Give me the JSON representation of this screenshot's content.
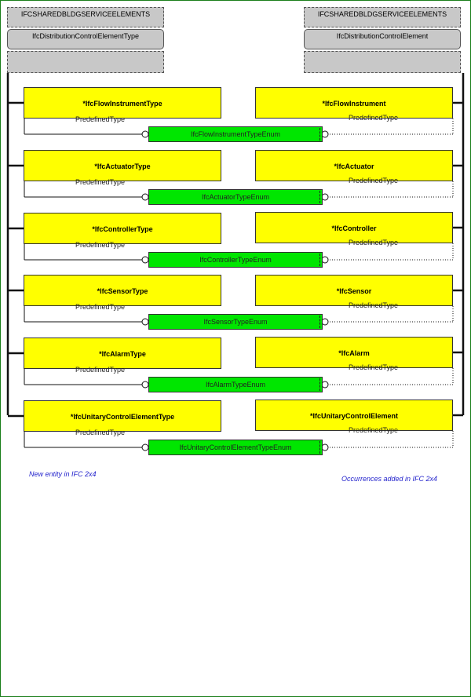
{
  "schemas": {
    "left": {
      "schema": "IFCSHAREDBLDGSERVICEELEMENTS",
      "type": "IfcDistributionControlElementType"
    },
    "right": {
      "schema": "IFCSHAREDBLDGSERVICEELEMENTS",
      "type": "IfcDistributionControlElement"
    }
  },
  "rows": [
    {
      "type_entity": "*IfcFlowInstrumentType",
      "occurrence": "*IfcFlowInstrument",
      "enum": "IfcFlowInstrumentTypeEnum",
      "left_attr": "PredefinedType",
      "right_attr": "PredefinedType"
    },
    {
      "type_entity": "*IfcActuatorType",
      "occurrence": "*IfcActuator",
      "enum": "IfcActuatorTypeEnum",
      "left_attr": "PredefinedType",
      "right_attr": "PredefinedType"
    },
    {
      "type_entity": "*IfcControllerType",
      "occurrence": "*IfcController",
      "enum": "IfcControllerTypeEnum",
      "left_attr": "PredefinedType",
      "right_attr": "PredefinedType"
    },
    {
      "type_entity": "*IfcSensorType",
      "occurrence": "*IfcSensor",
      "enum": "IfcSensorTypeEnum",
      "left_attr": "PredefinedType",
      "right_attr": "PredefinedType"
    },
    {
      "type_entity": "*IfcAlarmType",
      "occurrence": "*IfcAlarm",
      "enum": "IfcAlarmTypeEnum",
      "left_attr": "PredefinedType",
      "right_attr": "PredefinedType"
    },
    {
      "type_entity": "*IfcUnitaryControlElementType",
      "occurrence": "*IfcUnitaryControlElement",
      "enum": "IfcUnitaryControlElementTypeEnum",
      "left_attr": "PredefinedType",
      "right_attr": "PredefinedType"
    }
  ],
  "notes": {
    "left": "New entity in IFC 2x4",
    "right": "Occurrences added in IFC 2x4"
  },
  "colors": {
    "entity": "#ffff00",
    "enum": "#00e600",
    "schema": "#c8c8c8",
    "note": "#2222cc",
    "border": "#1a7f1a"
  }
}
